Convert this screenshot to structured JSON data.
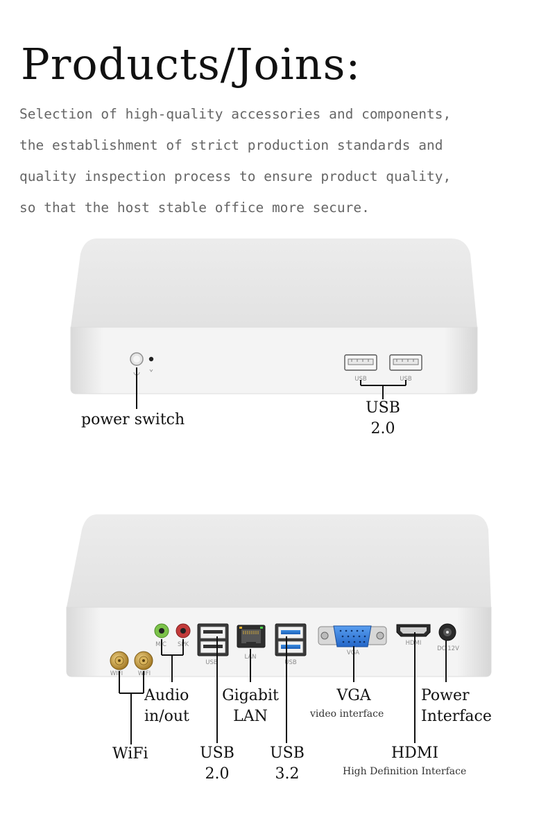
{
  "title": "Products/Joins:",
  "description": [
    "Selection of high-quality accessories and components,",
    "the establishment of strict production standards and",
    "quality inspection process to ensure product quality,",
    "so that the host stable office more secure."
  ],
  "front_panel": {
    "power_switch_label": "power switch",
    "usb_label_1": "USB",
    "usb_label_2": "2.0",
    "port_text": {
      "usb_a": "USB",
      "usb_b": "USB"
    }
  },
  "rear_panel": {
    "wifi_label": "WiFi",
    "audio_label_1": "Audio",
    "audio_label_2": "in/out",
    "lan_label_1": "Gigabit",
    "lan_label_2": "LAN",
    "usb2_label_1": "USB",
    "usb2_label_2": "2.0",
    "usb3_label_1": "USB",
    "usb3_label_2": "3.2",
    "vga_label": "VGA",
    "vga_sub": "video interface",
    "hdmi_label": "HDMI",
    "hdmi_sub": "High Definition Interface",
    "power_label_1": "Power",
    "power_label_2": "Interface",
    "port_text": {
      "wifi_a": "WIFI",
      "wifi_b": "WIFI",
      "mic": "MIC",
      "spk": "SPK",
      "usb2": "USB",
      "lan": "LAN",
      "usb3": "USB",
      "vga": "VGA",
      "hdmi": "HDMI",
      "dc": "DC 12V"
    }
  }
}
